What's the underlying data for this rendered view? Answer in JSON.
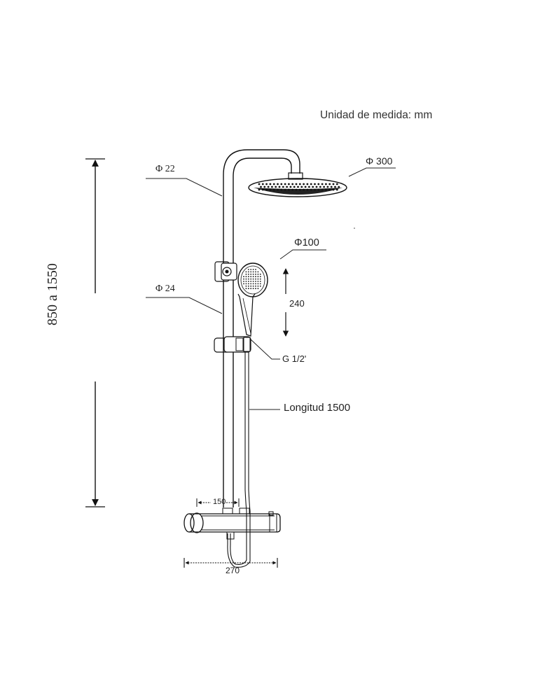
{
  "units_note": "Unidad de medida: mm",
  "labels": {
    "riser_diameter": "Φ 22",
    "head_diameter": "Φ 300",
    "hand_shower_diameter": "Φ100",
    "bar_diameter": "Φ 24",
    "slide_distance": "240",
    "connection": "G 1/2'",
    "hose_length": "Longitud 1500",
    "height_range": "850 a 1550",
    "center_distance": "150",
    "mixer_width": "270"
  }
}
